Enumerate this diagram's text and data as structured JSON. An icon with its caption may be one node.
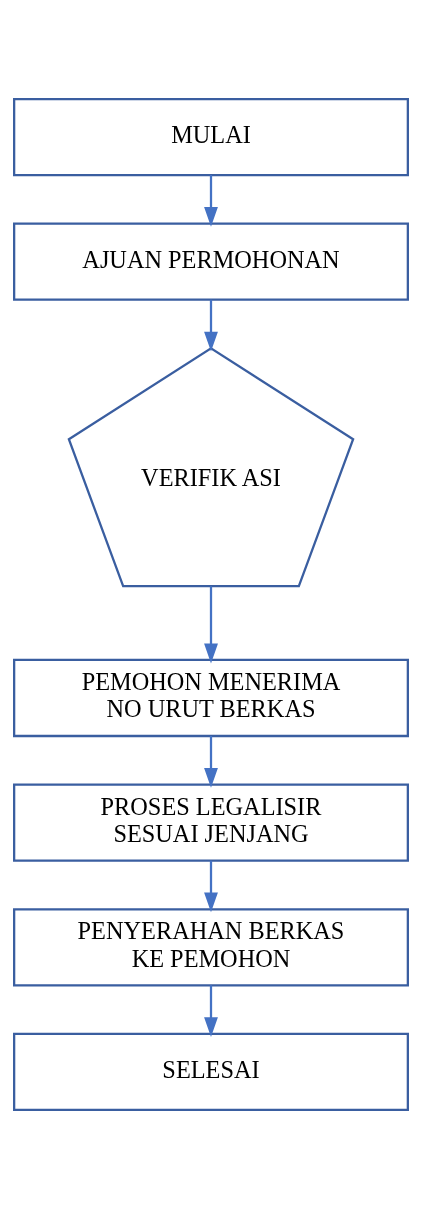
{
  "diagram": {
    "nodes": [
      {
        "text": [
          "MULAI"
        ]
      },
      {
        "text": [
          "AJUAN PERMOHONAN"
        ]
      },
      {
        "text": [
          "VERIFIK ASI"
        ]
      },
      {
        "text": [
          "PEMOHON MENERIMA NO URUT BERKAS"
        ]
      },
      {
        "text": [
          "PROSES LEGALISIR SESUAI JENJANG"
        ]
      },
      {
        "text": [
          "PENYERAHAN BERKAS KE PEMOHON"
        ]
      },
      {
        "text": [
          "SELESAI"
        ]
      }
    ],
    "edges": [
      {
        "from": 0,
        "to": 1,
        "arrow": "to"
      },
      {
        "from": 1,
        "to": 2,
        "arrow": "to"
      },
      {
        "from": 2,
        "to": 3,
        "arrow": "to"
      },
      {
        "from": 3,
        "to": 4,
        "arrow": "to"
      },
      {
        "from": 4,
        "to": 5,
        "arrow": "to"
      },
      {
        "from": 5,
        "to": 6,
        "arrow": "to"
      }
    ]
  }
}
